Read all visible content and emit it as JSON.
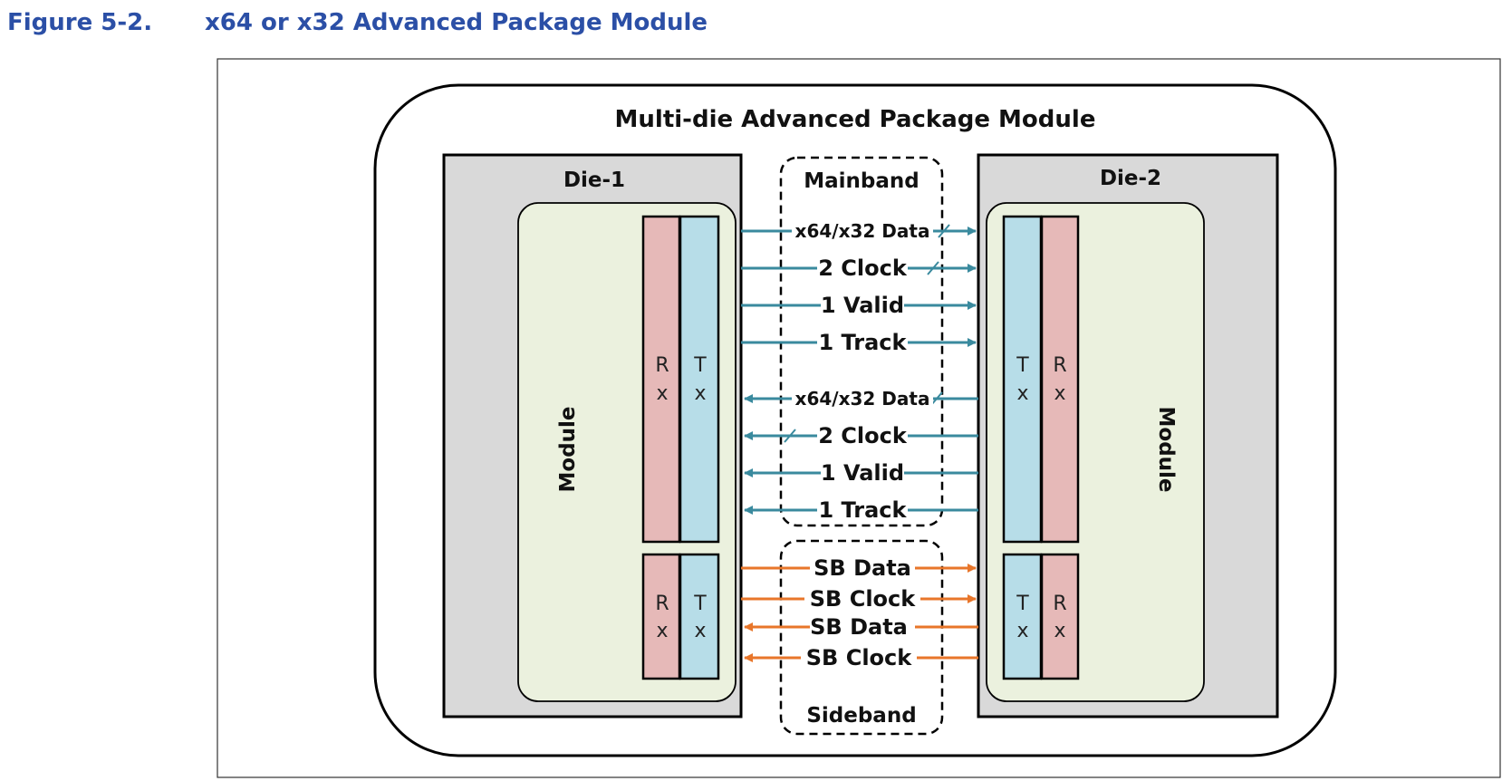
{
  "caption": {
    "number": "Figure 5-2.",
    "title": "x64 or x32 Advanced Package Module"
  },
  "diagram": {
    "package_title": "Multi-die Advanced Package Module",
    "die1": "Die-1",
    "die2": "Die-2",
    "module_label": "Module",
    "mainband_label": "Mainband",
    "sideband_label": "Sideband",
    "rx": [
      "R",
      "x"
    ],
    "tx": [
      "T",
      "x"
    ],
    "mainband_signals": [
      "x64/x32 Data",
      "2 Clock",
      "1 Valid",
      "1 Track",
      "x64/x32 Data",
      "2 Clock",
      "1 Valid",
      "1 Track"
    ],
    "sideband_signals": [
      "SB Data",
      "SB Clock",
      "SB Data",
      "SB Clock"
    ],
    "colors": {
      "mainband_arrow": "#3a8a9e",
      "sideband_arrow": "#e8762a",
      "die_fill": "#d9d9d9",
      "module_fill": "#ebf1de",
      "rx_fill": "#e6b9b8",
      "tx_fill": "#b7dde8"
    }
  }
}
